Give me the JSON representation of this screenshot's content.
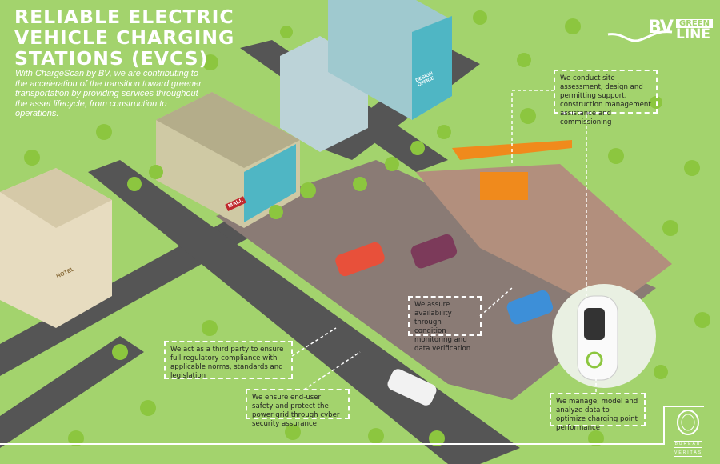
{
  "header": {
    "title_lines": [
      "RELIABLE ELECTRIC",
      "VEHICLE CHARGING",
      "STATIONS (EVCS)"
    ],
    "subtitle": "With ChargeScan by BV, we are contributing to the acceleration of the transition toward greener transportation by providing services throughout the asset lifecycle, from construction to operations."
  },
  "brand": {
    "bv": "BV",
    "green": "GREEN",
    "line": "LINE",
    "seal_text": [
      "BUREAU",
      "VERITAS"
    ]
  },
  "callouts": [
    "We conduct site assessment, design and permitting support, construction management assistance and commissioning",
    "We assure availability through condition monitoring and data verification",
    "We act as a third party to ensure full regulatory compliance with applicable norms, standards and legislation",
    "We ensure end-user safety and protect the power grid through cyber security assurance",
    "We manage, model and analyze data to optimize charging point performance"
  ],
  "buildings": {
    "mall": "MALL",
    "hotel": "HOTEL",
    "design_office": "DESIGN OFFICE"
  },
  "colors": {
    "grass": "#a3d36d",
    "road": "#555555",
    "parking": "#8a7b75",
    "accent_green": "#8cc63f",
    "white": "#ffffff"
  }
}
